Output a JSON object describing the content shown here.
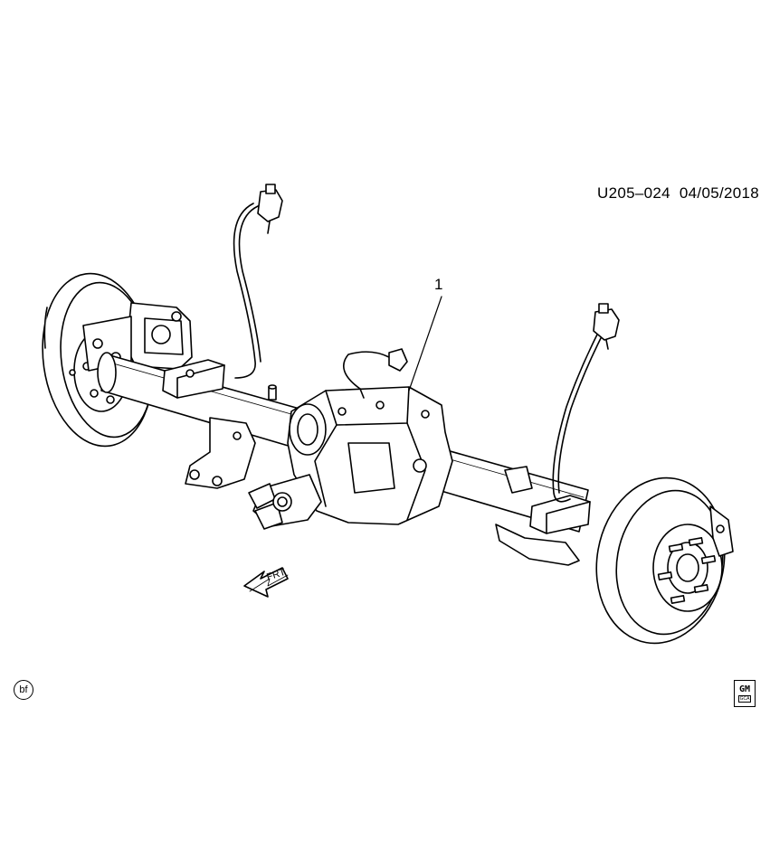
{
  "header": {
    "illustration_code": "U205–024",
    "date": "04/05/2018"
  },
  "callouts": [
    {
      "label": "1"
    }
  ],
  "direction_indicator": {
    "label": "FRT"
  },
  "footer": {
    "badge_label": "bf",
    "logo": {
      "main": "GM",
      "sub": "GCA"
    }
  }
}
